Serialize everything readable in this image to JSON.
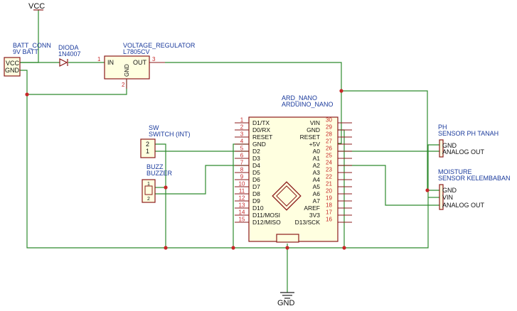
{
  "power": {
    "vcc_label": "VCC",
    "gnd_label": "GND"
  },
  "battery": {
    "ref": "BATT_CONN",
    "value": "9V BATT",
    "pin_vcc": "VCC",
    "pin_gnd": "GND"
  },
  "diode": {
    "ref": "DIODA",
    "value": "1N4007"
  },
  "regulator": {
    "ref": "VOLTAGE_REGULATOR",
    "value": "L7805CV",
    "pin_in": "IN",
    "pin_out": "OUT",
    "pin_gnd": "GND",
    "num_in": "1",
    "num_out": "3",
    "num_gnd": "2"
  },
  "switch": {
    "ref": "SW",
    "value": "SWITCH (INT)",
    "pins": [
      "2",
      "1"
    ]
  },
  "buzzer": {
    "ref": "BUZZ",
    "value": "BUZZER",
    "pins": [
      "1",
      "2"
    ]
  },
  "arduino": {
    "ref": "ARD_NANO",
    "value": "ARDUINO_NANO",
    "left_pins": [
      {
        "num": "1",
        "name": "D1/TX"
      },
      {
        "num": "2",
        "name": "D0/RX"
      },
      {
        "num": "3",
        "name": "RESET"
      },
      {
        "num": "4",
        "name": "GND"
      },
      {
        "num": "5",
        "name": "D2"
      },
      {
        "num": "6",
        "name": "D3"
      },
      {
        "num": "7",
        "name": "D4"
      },
      {
        "num": "8",
        "name": "D5"
      },
      {
        "num": "9",
        "name": "D6"
      },
      {
        "num": "10",
        "name": "D7"
      },
      {
        "num": "11",
        "name": "D8"
      },
      {
        "num": "12",
        "name": "D9"
      },
      {
        "num": "13",
        "name": "D10"
      },
      {
        "num": "14",
        "name": "D11/MOSI"
      },
      {
        "num": "15",
        "name": "D12/MISO"
      }
    ],
    "right_pins": [
      {
        "num": "30",
        "name": "VIN"
      },
      {
        "num": "29",
        "name": "GND"
      },
      {
        "num": "28",
        "name": "RESET"
      },
      {
        "num": "27",
        "name": "+5V"
      },
      {
        "num": "26",
        "name": "A0"
      },
      {
        "num": "25",
        "name": "A1"
      },
      {
        "num": "24",
        "name": "A2"
      },
      {
        "num": "23",
        "name": "A3"
      },
      {
        "num": "22",
        "name": "A4"
      },
      {
        "num": "21",
        "name": "A5"
      },
      {
        "num": "20",
        "name": "A6"
      },
      {
        "num": "19",
        "name": "A7"
      },
      {
        "num": "18",
        "name": "AREF"
      },
      {
        "num": "17",
        "name": "3V3"
      },
      {
        "num": "16",
        "name": "D13/SCK"
      }
    ]
  },
  "ph_sensor": {
    "ref": "PH",
    "value": "SENSOR PH TANAH",
    "pins": [
      "GND",
      "ANALOG OUT"
    ]
  },
  "moisture_sensor": {
    "ref": "MOISTURE",
    "value": "SENSOR KELEMBABAN",
    "pins": [
      "GND",
      "VIN",
      "ANALOG OUT"
    ]
  },
  "colors": {
    "wire": "#2e8b2e",
    "component_outline": "#8b1a1a",
    "component_fill": "#ffffe0",
    "label": "#1a3a9c",
    "pin_number": "#c62828",
    "junction": "#c62828"
  }
}
